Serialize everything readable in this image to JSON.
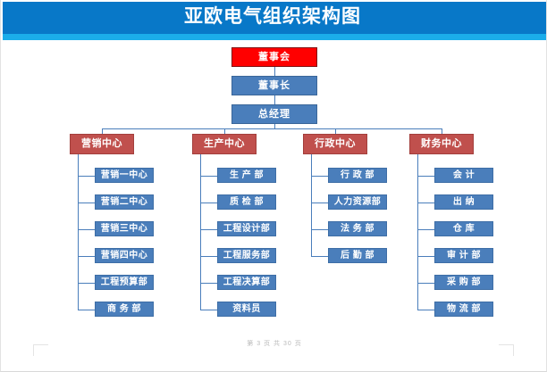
{
  "banner": {
    "title": "亚欧电气组织架构图",
    "bg_color": "#0878c8",
    "strip_color": "#1badea",
    "text_color": "#ffffff"
  },
  "colors": {
    "board_red": "#ff0000",
    "center_red": "#c0504d",
    "dept_blue": "#4a7ebb",
    "connector": "#4a7ebb"
  },
  "chart_data": {
    "type": "diagram",
    "title": "亚欧电气组织架构图",
    "top": [
      {
        "label": "董事会",
        "style": "board"
      },
      {
        "label": "董事长",
        "style": "exec"
      },
      {
        "label": "总经理",
        "style": "exec"
      }
    ],
    "centers": [
      {
        "label": "营销中心",
        "children": [
          "营销一中心",
          "营销二中心",
          "营销三中心",
          "营销四中心",
          "工程预算部",
          "商 务 部"
        ]
      },
      {
        "label": "生产中心",
        "children": [
          "生 产 部",
          "质 检 部",
          "工程设计部",
          "工程服务部",
          "工程决算部",
          "资料员"
        ]
      },
      {
        "label": "行政中心",
        "children": [
          "行 政 部",
          "人力资源部",
          "法 务 部",
          "后 勤 部"
        ]
      },
      {
        "label": "财务中心",
        "children": [
          "会 计",
          "出 纳",
          "仓 库",
          "审 计 部",
          "采 购 部",
          "物 流 部"
        ]
      }
    ]
  },
  "footer": {
    "page_status": "第 3 页 共 30 页"
  }
}
